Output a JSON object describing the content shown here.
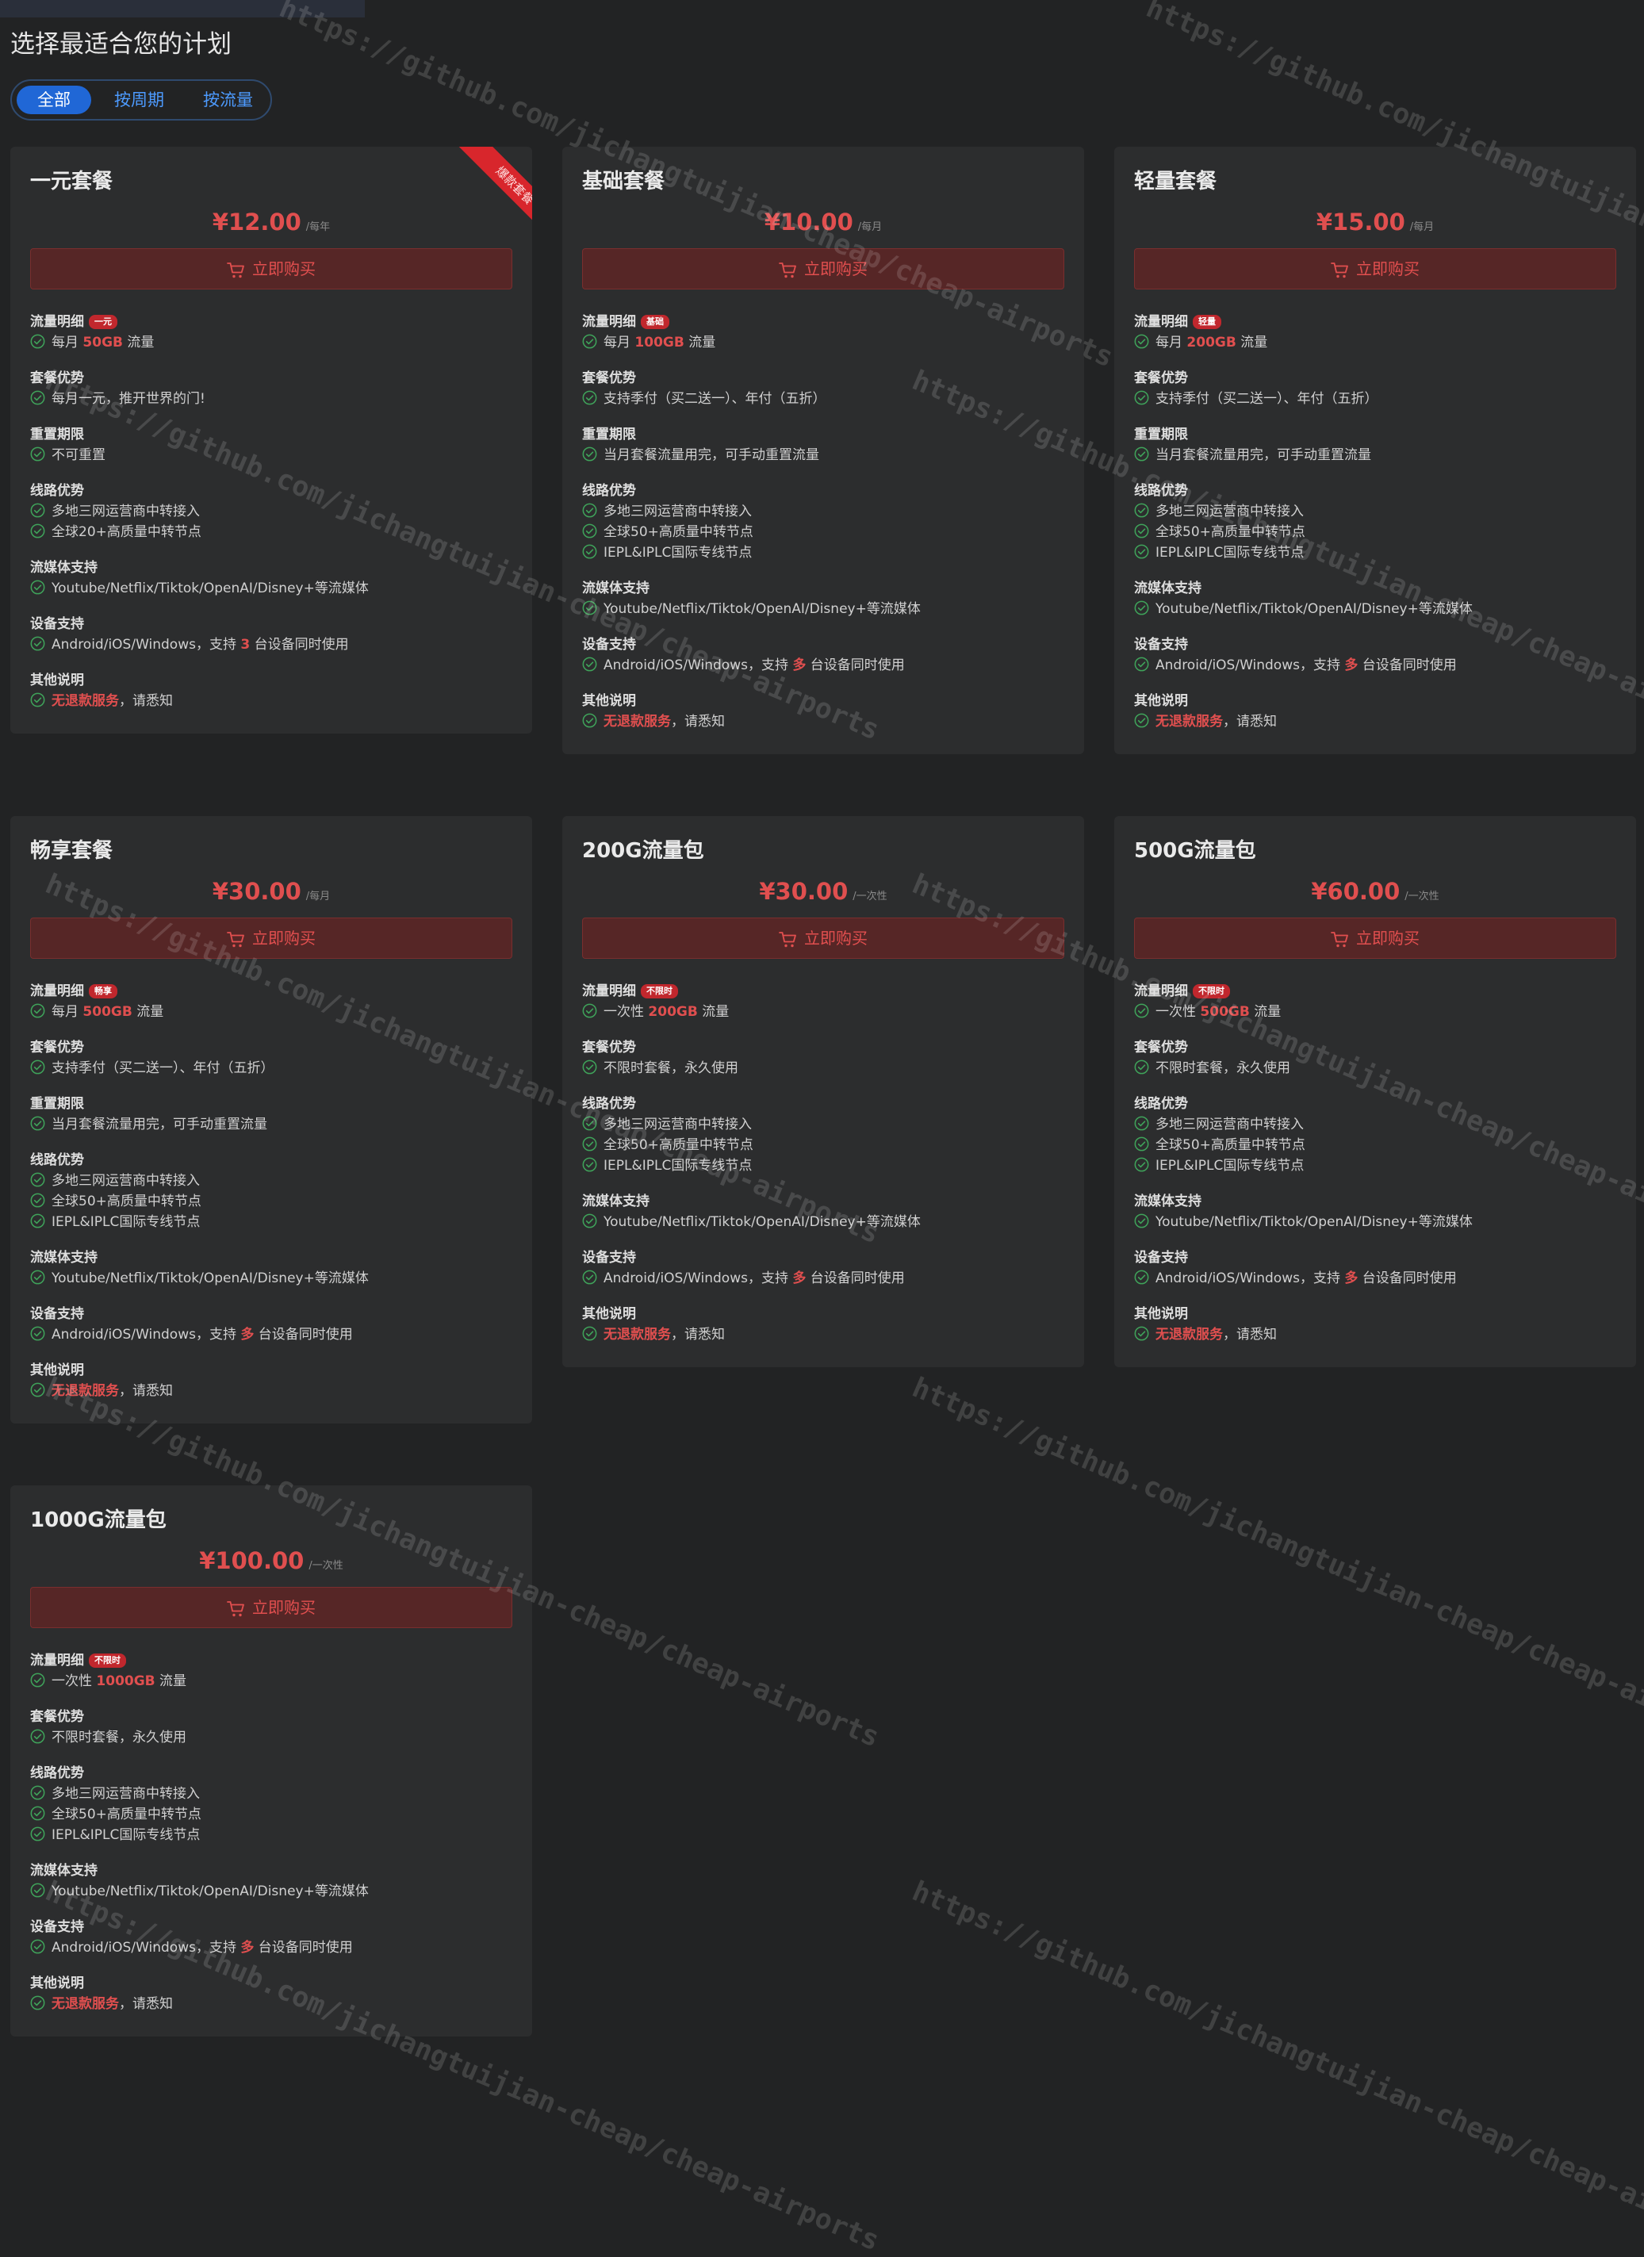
{
  "page": {
    "title": "选择最适合您的计划"
  },
  "filters": [
    {
      "label": "全部",
      "active": true
    },
    {
      "label": "按周期",
      "active": false
    },
    {
      "label": "按流量",
      "active": false
    }
  ],
  "buy_label": "立即购买",
  "colors": {
    "accent": "#e04f4f",
    "button_bg": "#562626",
    "tab_active": "#2067d6",
    "check": "#3fa35a"
  },
  "icons": {
    "buy": "cart-icon",
    "feature": "check-circle-icon"
  },
  "watermark_text": "https://github.com/jichangtuijian-cheap/cheap-airports",
  "plans": [
    {
      "name": "一元套餐",
      "price": "¥12.00",
      "period": "/每年",
      "ribbon": "爆款套餐",
      "sections": [
        {
          "title": "流量明细",
          "tag": "一元",
          "items": [
            [
              {
                "t": "每月 "
              },
              {
                "t": "50GB",
                "hl": true
              },
              {
                "t": " 流量"
              }
            ]
          ]
        },
        {
          "title": "套餐优势",
          "items": [
            [
              {
                "t": "每月一元，推开世界的门!"
              }
            ]
          ]
        },
        {
          "title": "重置期限",
          "items": [
            [
              {
                "t": "不可重置"
              }
            ]
          ]
        },
        {
          "title": "线路优势",
          "items": [
            [
              {
                "t": "多地三网运营商中转接入"
              }
            ],
            [
              {
                "t": "全球20+高质量中转节点"
              }
            ]
          ]
        },
        {
          "title": "流媒体支持",
          "items": [
            [
              {
                "t": "Youtube/Netflix/Tiktok/OpenAI/Disney+等流媒体"
              }
            ]
          ]
        },
        {
          "title": "设备支持",
          "items": [
            [
              {
                "t": "Android/iOS/Windows，支持 "
              },
              {
                "t": "3",
                "hl": true
              },
              {
                "t": " 台设备同时使用"
              }
            ]
          ]
        },
        {
          "title": "其他说明",
          "items": [
            [
              {
                "t": "无退款服务",
                "hl": true
              },
              {
                "t": "，请悉知"
              }
            ]
          ]
        }
      ]
    },
    {
      "name": "基础套餐",
      "price": "¥10.00",
      "period": "/每月",
      "sections": [
        {
          "title": "流量明细",
          "tag": "基础",
          "items": [
            [
              {
                "t": "每月 "
              },
              {
                "t": "100GB",
                "hl": true
              },
              {
                "t": " 流量"
              }
            ]
          ]
        },
        {
          "title": "套餐优势",
          "items": [
            [
              {
                "t": "支持季付（买二送一）、年付（五折）"
              }
            ]
          ]
        },
        {
          "title": "重置期限",
          "items": [
            [
              {
                "t": "当月套餐流量用完，可手动重置流量"
              }
            ]
          ]
        },
        {
          "title": "线路优势",
          "items": [
            [
              {
                "t": "多地三网运营商中转接入"
              }
            ],
            [
              {
                "t": "全球50+高质量中转节点"
              }
            ],
            [
              {
                "t": "IEPL&IPLC国际专线节点"
              }
            ]
          ]
        },
        {
          "title": "流媒体支持",
          "items": [
            [
              {
                "t": "Youtube/Netflix/Tiktok/OpenAI/Disney+等流媒体"
              }
            ]
          ]
        },
        {
          "title": "设备支持",
          "items": [
            [
              {
                "t": "Android/iOS/Windows，支持 "
              },
              {
                "t": "多",
                "hl": true
              },
              {
                "t": " 台设备同时使用"
              }
            ]
          ]
        },
        {
          "title": "其他说明",
          "items": [
            [
              {
                "t": "无退款服务",
                "hl": true
              },
              {
                "t": "，请悉知"
              }
            ]
          ]
        }
      ]
    },
    {
      "name": "轻量套餐",
      "price": "¥15.00",
      "period": "/每月",
      "sections": [
        {
          "title": "流量明细",
          "tag": "轻量",
          "items": [
            [
              {
                "t": "每月 "
              },
              {
                "t": "200GB",
                "hl": true
              },
              {
                "t": " 流量"
              }
            ]
          ]
        },
        {
          "title": "套餐优势",
          "items": [
            [
              {
                "t": "支持季付（买二送一）、年付（五折）"
              }
            ]
          ]
        },
        {
          "title": "重置期限",
          "items": [
            [
              {
                "t": "当月套餐流量用完，可手动重置流量"
              }
            ]
          ]
        },
        {
          "title": "线路优势",
          "items": [
            [
              {
                "t": "多地三网运营商中转接入"
              }
            ],
            [
              {
                "t": "全球50+高质量中转节点"
              }
            ],
            [
              {
                "t": "IEPL&IPLC国际专线节点"
              }
            ]
          ]
        },
        {
          "title": "流媒体支持",
          "items": [
            [
              {
                "t": "Youtube/Netflix/Tiktok/OpenAI/Disney+等流媒体"
              }
            ]
          ]
        },
        {
          "title": "设备支持",
          "items": [
            [
              {
                "t": "Android/iOS/Windows，支持 "
              },
              {
                "t": "多",
                "hl": true
              },
              {
                "t": " 台设备同时使用"
              }
            ]
          ]
        },
        {
          "title": "其他说明",
          "items": [
            [
              {
                "t": "无退款服务",
                "hl": true
              },
              {
                "t": "，请悉知"
              }
            ]
          ]
        }
      ]
    },
    {
      "name": "畅享套餐",
      "price": "¥30.00",
      "period": "/每月",
      "sections": [
        {
          "title": "流量明细",
          "tag": "畅享",
          "items": [
            [
              {
                "t": "每月 "
              },
              {
                "t": "500GB",
                "hl": true
              },
              {
                "t": " 流量"
              }
            ]
          ]
        },
        {
          "title": "套餐优势",
          "items": [
            [
              {
                "t": "支持季付（买二送一）、年付（五折）"
              }
            ]
          ]
        },
        {
          "title": "重置期限",
          "items": [
            [
              {
                "t": "当月套餐流量用完，可手动重置流量"
              }
            ]
          ]
        },
        {
          "title": "线路优势",
          "items": [
            [
              {
                "t": "多地三网运营商中转接入"
              }
            ],
            [
              {
                "t": "全球50+高质量中转节点"
              }
            ],
            [
              {
                "t": "IEPL&IPLC国际专线节点"
              }
            ]
          ]
        },
        {
          "title": "流媒体支持",
          "items": [
            [
              {
                "t": "Youtube/Netflix/Tiktok/OpenAI/Disney+等流媒体"
              }
            ]
          ]
        },
        {
          "title": "设备支持",
          "items": [
            [
              {
                "t": "Android/iOS/Windows，支持 "
              },
              {
                "t": "多",
                "hl": true
              },
              {
                "t": " 台设备同时使用"
              }
            ]
          ]
        },
        {
          "title": "其他说明",
          "items": [
            [
              {
                "t": "无退款服务",
                "hl": true
              },
              {
                "t": "，请悉知"
              }
            ]
          ]
        }
      ]
    },
    {
      "name": "200G流量包",
      "price": "¥30.00",
      "period": "/一次性",
      "sections": [
        {
          "title": "流量明细",
          "tag": "不限时",
          "items": [
            [
              {
                "t": "一次性 "
              },
              {
                "t": "200GB",
                "hl": true
              },
              {
                "t": " 流量"
              }
            ]
          ]
        },
        {
          "title": "套餐优势",
          "items": [
            [
              {
                "t": "不限时套餐，永久使用"
              }
            ]
          ]
        },
        {
          "title": "线路优势",
          "items": [
            [
              {
                "t": "多地三网运营商中转接入"
              }
            ],
            [
              {
                "t": "全球50+高质量中转节点"
              }
            ],
            [
              {
                "t": "IEPL&IPLC国际专线节点"
              }
            ]
          ]
        },
        {
          "title": "流媒体支持",
          "items": [
            [
              {
                "t": "Youtube/Netflix/Tiktok/OpenAI/Disney+等流媒体"
              }
            ]
          ]
        },
        {
          "title": "设备支持",
          "items": [
            [
              {
                "t": "Android/iOS/Windows，支持 "
              },
              {
                "t": "多",
                "hl": true
              },
              {
                "t": " 台设备同时使用"
              }
            ]
          ]
        },
        {
          "title": "其他说明",
          "items": [
            [
              {
                "t": "无退款服务",
                "hl": true
              },
              {
                "t": "，请悉知"
              }
            ]
          ]
        }
      ]
    },
    {
      "name": "500G流量包",
      "price": "¥60.00",
      "period": "/一次性",
      "sections": [
        {
          "title": "流量明细",
          "tag": "不限时",
          "items": [
            [
              {
                "t": "一次性 "
              },
              {
                "t": "500GB",
                "hl": true
              },
              {
                "t": " 流量"
              }
            ]
          ]
        },
        {
          "title": "套餐优势",
          "items": [
            [
              {
                "t": "不限时套餐，永久使用"
              }
            ]
          ]
        },
        {
          "title": "线路优势",
          "items": [
            [
              {
                "t": "多地三网运营商中转接入"
              }
            ],
            [
              {
                "t": "全球50+高质量中转节点"
              }
            ],
            [
              {
                "t": "IEPL&IPLC国际专线节点"
              }
            ]
          ]
        },
        {
          "title": "流媒体支持",
          "items": [
            [
              {
                "t": "Youtube/Netflix/Tiktok/OpenAI/Disney+等流媒体"
              }
            ]
          ]
        },
        {
          "title": "设备支持",
          "items": [
            [
              {
                "t": "Android/iOS/Windows，支持 "
              },
              {
                "t": "多",
                "hl": true
              },
              {
                "t": " 台设备同时使用"
              }
            ]
          ]
        },
        {
          "title": "其他说明",
          "items": [
            [
              {
                "t": "无退款服务",
                "hl": true
              },
              {
                "t": "，请悉知"
              }
            ]
          ]
        }
      ]
    },
    {
      "name": "1000G流量包",
      "price": "¥100.00",
      "period": "/一次性",
      "sections": [
        {
          "title": "流量明细",
          "tag": "不限时",
          "items": [
            [
              {
                "t": "一次性 "
              },
              {
                "t": "1000GB",
                "hl": true
              },
              {
                "t": " 流量"
              }
            ]
          ]
        },
        {
          "title": "套餐优势",
          "items": [
            [
              {
                "t": "不限时套餐，永久使用"
              }
            ]
          ]
        },
        {
          "title": "线路优势",
          "items": [
            [
              {
                "t": "多地三网运营商中转接入"
              }
            ],
            [
              {
                "t": "全球50+高质量中转节点"
              }
            ],
            [
              {
                "t": "IEPL&IPLC国际专线节点"
              }
            ]
          ]
        },
        {
          "title": "流媒体支持",
          "items": [
            [
              {
                "t": "Youtube/Netflix/Tiktok/OpenAI/Disney+等流媒体"
              }
            ]
          ]
        },
        {
          "title": "设备支持",
          "items": [
            [
              {
                "t": "Android/iOS/Windows，支持 "
              },
              {
                "t": "多",
                "hl": true
              },
              {
                "t": " 台设备同时使用"
              }
            ]
          ]
        },
        {
          "title": "其他说明",
          "items": [
            [
              {
                "t": "无退款服务",
                "hl": true
              },
              {
                "t": "，请悉知"
              }
            ]
          ]
        }
      ]
    }
  ]
}
